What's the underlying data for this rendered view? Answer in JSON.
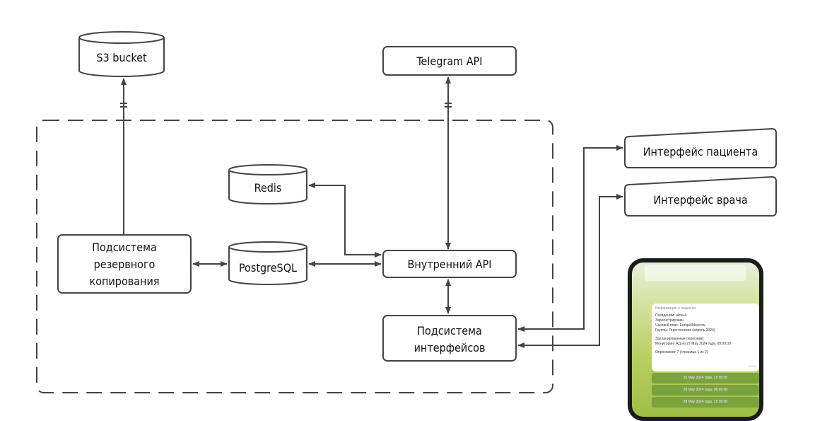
{
  "nodes": {
    "s3": "S3 bucket",
    "telegram": "Telegram API",
    "redis": "Redis",
    "postgres": "PostgreSQL",
    "backup": [
      "Подсистема",
      "резервного",
      "копирования"
    ],
    "internal_api": "Внутренний API",
    "interfaces": [
      "Подсистема",
      "интерфейсов"
    ],
    "patient_ui": "Интерфейс пациента",
    "doctor_ui": "Интерфейс врача"
  },
  "phone": {
    "card_title": "Информация о пациенте",
    "lines": [
      "Псевдоним: ulma-4",
      "Зарегистрирован",
      "Часовой пояс: Europe/Moscow",
      "Группы: Геронтология (апрель 2024)"
    ],
    "scheduled_title": "Запланированные опросники:",
    "scheduled_item": "Мониторинг АД на 27 May 2024 года, 09:00:00",
    "count_line": "Опросников: 7 (страница 1 из 2)",
    "time": "12:14",
    "buttons": [
      "26 May 2024 года, 15:00:00",
      "28 May 2024 года, 06:00:00",
      "28 May 2024 года, 15:00:00"
    ]
  }
}
